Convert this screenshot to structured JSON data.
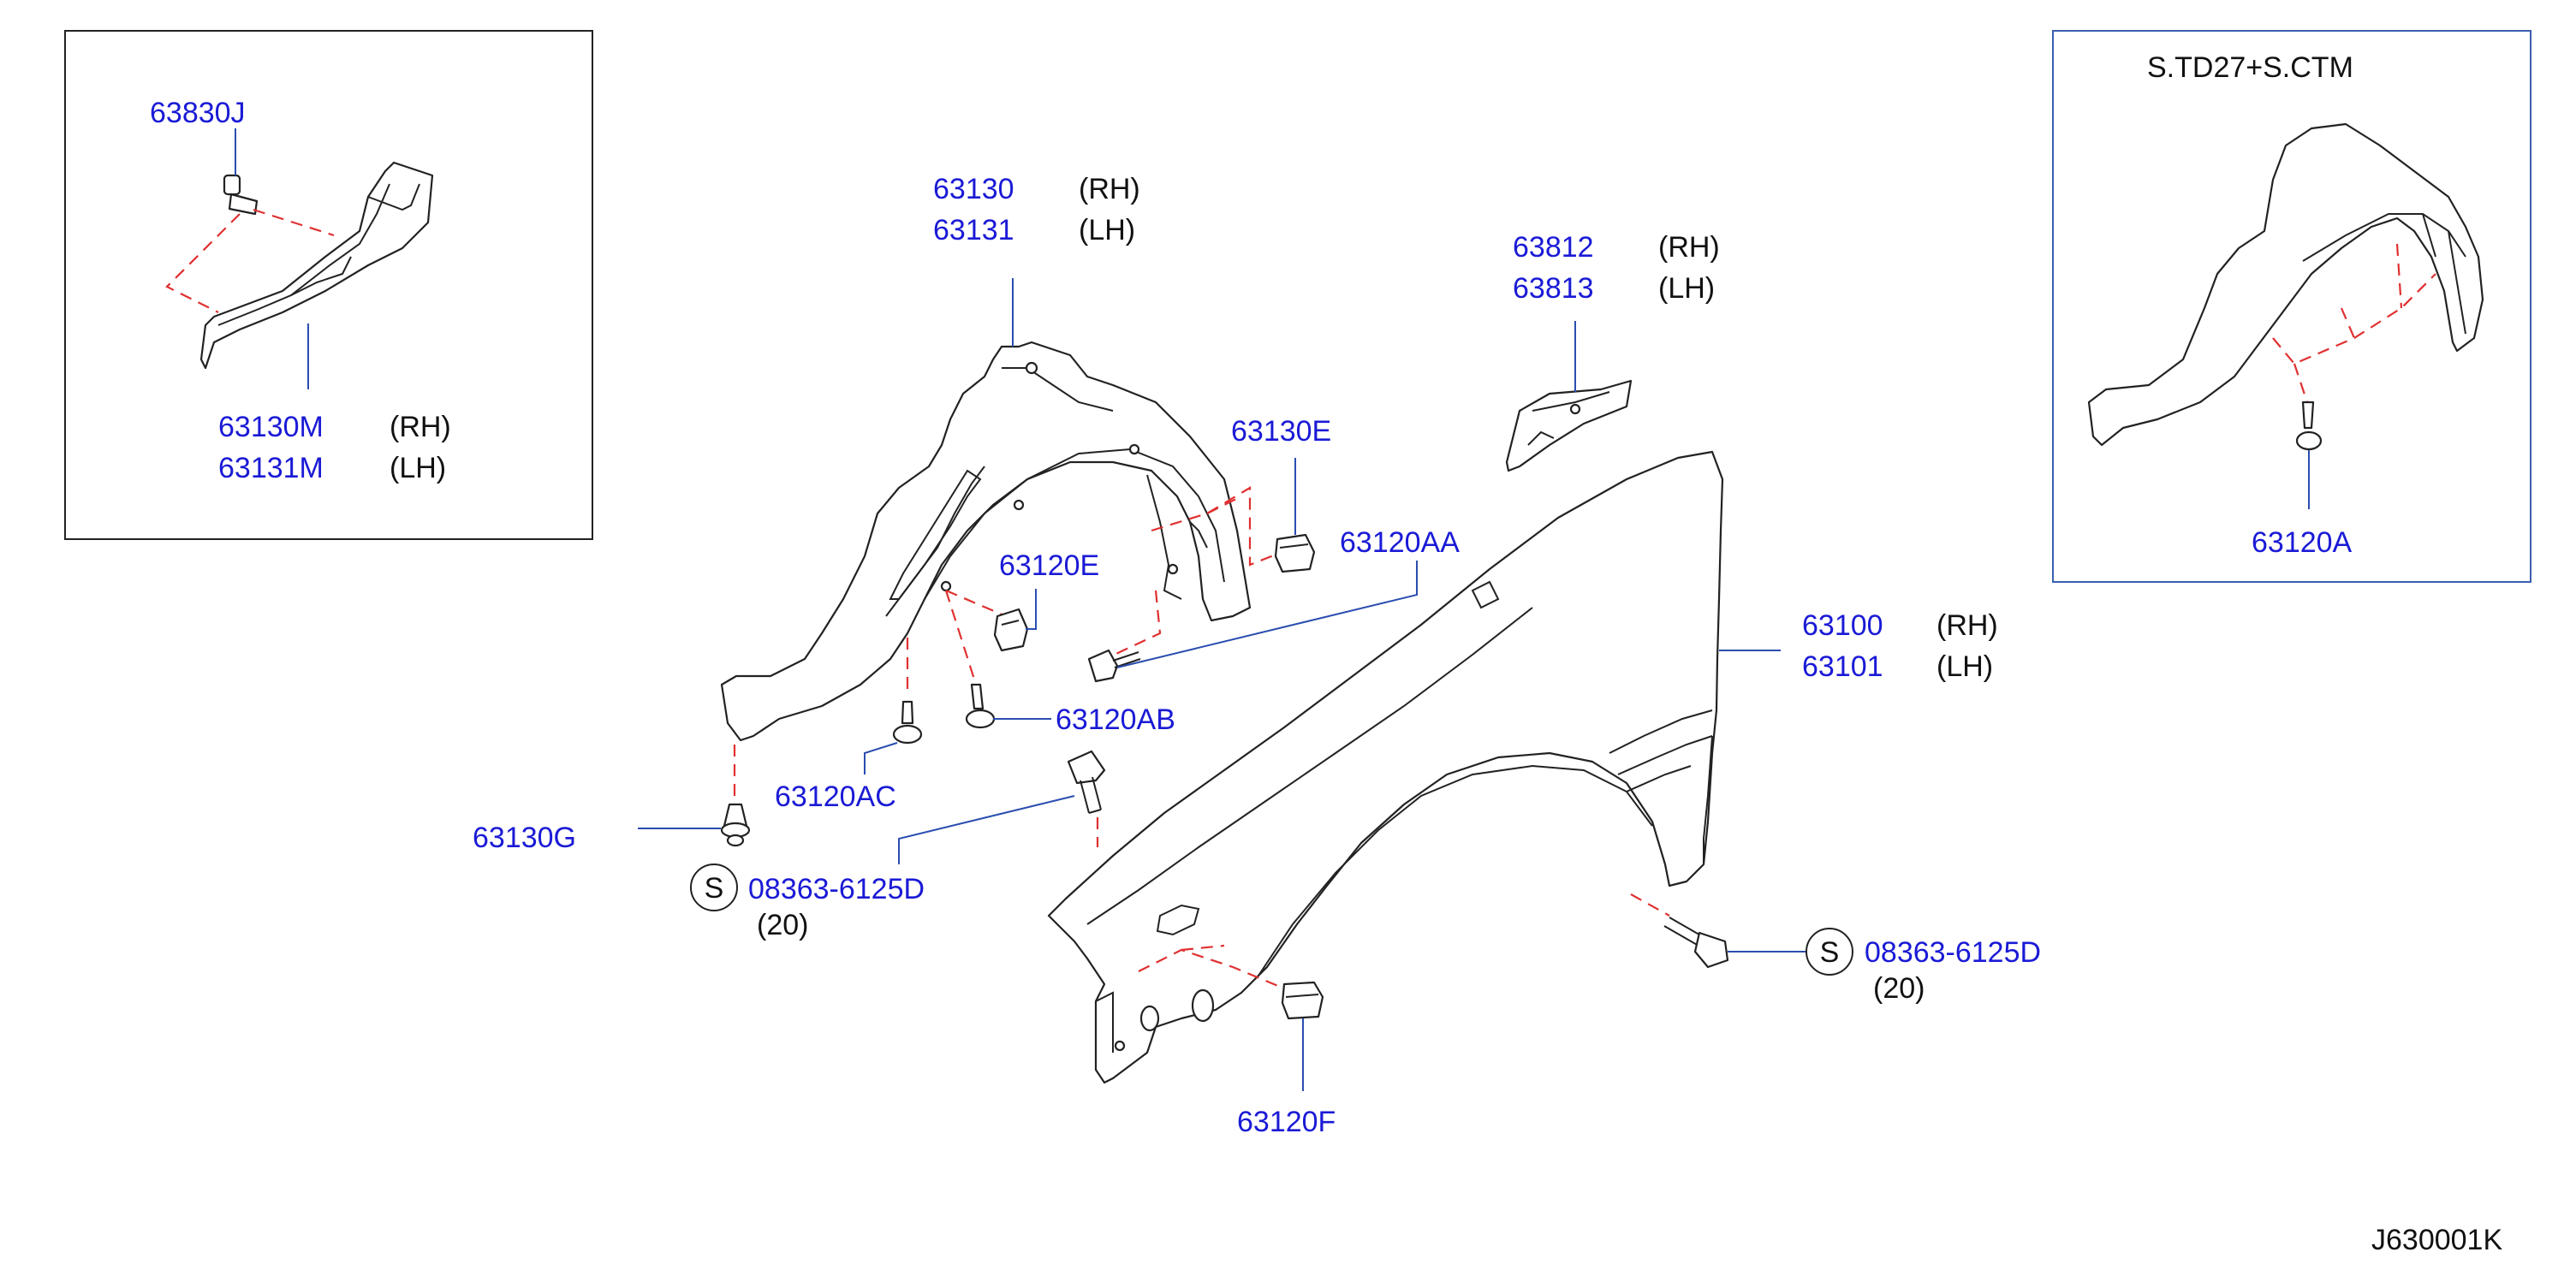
{
  "inset_left": {
    "callouts": [
      {
        "code": "63830J",
        "side": ""
      },
      {
        "code": "63130M",
        "side": "(RH)"
      },
      {
        "code": "63131M",
        "side": "(LH)"
      }
    ]
  },
  "inset_right": {
    "title": "S.TD27+S.CTM",
    "callouts": [
      {
        "code": "63120A"
      }
    ]
  },
  "callouts": {
    "c63130": {
      "code": "63130",
      "side": "(RH)"
    },
    "c63131": {
      "code": "63131",
      "side": "(LH)"
    },
    "c63812": {
      "code": "63812",
      "side": "(RH)"
    },
    "c63813": {
      "code": "63813",
      "side": "(LH)"
    },
    "c63130E": {
      "code": "63130E"
    },
    "c63120AA": {
      "code": "63120AA"
    },
    "c63120E": {
      "code": "63120E"
    },
    "c63120AB": {
      "code": "63120AB"
    },
    "c63120AC": {
      "code": "63120AC"
    },
    "c63130G": {
      "code": "63130G"
    },
    "c63100": {
      "code": "63100",
      "side": "(RH)"
    },
    "c63101": {
      "code": "63101",
      "side": "(LH)"
    },
    "bolt_left": {
      "symbol": "S",
      "code": "08363-6125D",
      "qty": "(20)"
    },
    "bolt_right": {
      "symbol": "S",
      "code": "08363-6125D",
      "qty": "(20)"
    },
    "c63120F": {
      "code": "63120F"
    }
  },
  "diagram_ref": "J630001K",
  "colors": {
    "part_number": "#1a1ad6",
    "leader": "#2a4db0",
    "dashed_guide": "#e03030",
    "outline": "#222222"
  }
}
